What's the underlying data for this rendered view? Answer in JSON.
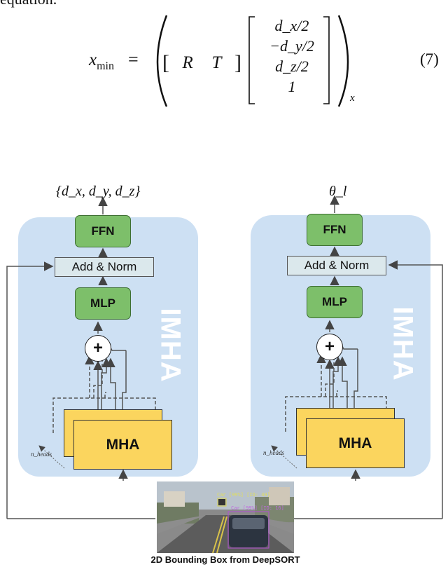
{
  "text": {
    "lead": "equation.",
    "lhs_var": "x",
    "lhs_sub": "min",
    "eq_sign": "=",
    "matrix_R": "R",
    "matrix_T": "T",
    "vec": [
      "d_x/2",
      "−d_y/2",
      "d_z/2",
      "1"
    ],
    "outer_sub": "x",
    "eq_number": "(7)"
  },
  "diagram": {
    "left": {
      "output": "{d_x, d_y, d_z}",
      "ffn": "FFN",
      "add_norm": "Add & Norm",
      "mlp": "MLP",
      "plus": "+",
      "mha": "MHA",
      "imha": "IMHA",
      "nheads": "n_heads"
    },
    "right": {
      "output": "θ_l",
      "ffn": "FFN",
      "add_norm": "Add & Norm",
      "mlp": "MLP",
      "plus": "+",
      "mha": "MHA",
      "imha": "IMHA",
      "nheads": "n_heads"
    },
    "image_labels": [
      "Car [99%] [ID: 49]",
      "Car [99%] [ID: 16]"
    ],
    "caption": "2D Bounding Box from DeepSORT"
  }
}
